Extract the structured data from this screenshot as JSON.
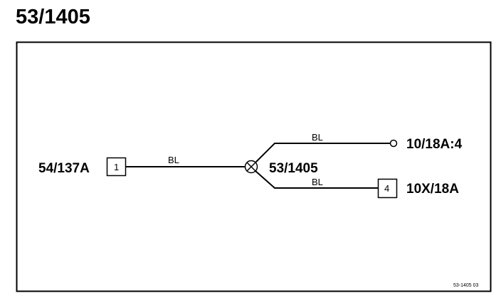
{
  "title": "53/1405",
  "diagram": {
    "left_connector": {
      "name": "54/137A",
      "pin": "1"
    },
    "splice": {
      "name": "53/1405"
    },
    "top_branch": {
      "target": "10/18A:4"
    },
    "bottom_branch": {
      "target": "10X/18A",
      "pin": "4"
    },
    "wires": {
      "main": "BL",
      "top": "BL",
      "bottom": "BL"
    },
    "reference": "53-1405  03"
  }
}
